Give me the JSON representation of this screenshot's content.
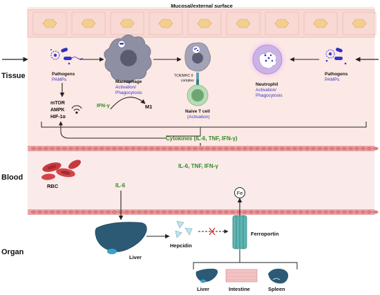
{
  "header": {
    "mucosal_label": "Mucosal/external surface"
  },
  "sections": {
    "tissue": "Tissue",
    "blood": "Blood",
    "organ": "Organ"
  },
  "tissue": {
    "pathogens_left": {
      "label": "Pathogens",
      "sub": "PAMPs"
    },
    "pathogens_right": {
      "label": "Pathogens",
      "sub": "PAMPs"
    },
    "signaling": [
      "mTOR",
      "AMPK",
      "HIF-1α"
    ],
    "macrophage": {
      "label": "Macrophage",
      "sub1": "Activation/",
      "sub2": "Phagocytosis"
    },
    "ifn_gamma": "IFN-γ",
    "m1": "M1",
    "tcr": {
      "line1": "TCR/MHC II",
      "line2": "complex"
    },
    "naive_t": {
      "label": "Naive T cell",
      "sub": "(Activation)"
    },
    "neutrophil": {
      "label": "Neutrophil",
      "sub1": "Activation/",
      "sub2": "Phagocytosis"
    },
    "cytokines": "Cytokines (IL-6, TNF, IFN-γ)"
  },
  "blood": {
    "rbc": "RBC",
    "il6": "IL-6",
    "cytokines": "IL-6, TNF, IFN-γ"
  },
  "organ": {
    "fe": "Fe",
    "liver": "Liver",
    "hepcidin": "Hepcidin",
    "ferroportin": "Ferroportin",
    "bottom_liver": "Liver",
    "intestine": "Intestine",
    "spleen": "Spleen"
  },
  "colors": {
    "tissue_bg": "#fce8e4",
    "vessel_bg": "#fbeaea",
    "cell_top": "#f6d6d2",
    "nucleus_top": "#f3cf8f",
    "green": "#2e8b22",
    "blue": "#3535c8",
    "macrophage": "#8f8fa3",
    "tcell": "#b7dcb8",
    "neutrophil": "#cbb3e6",
    "liver": "#2c5a75",
    "ferroportin": "#5fb5b3"
  }
}
